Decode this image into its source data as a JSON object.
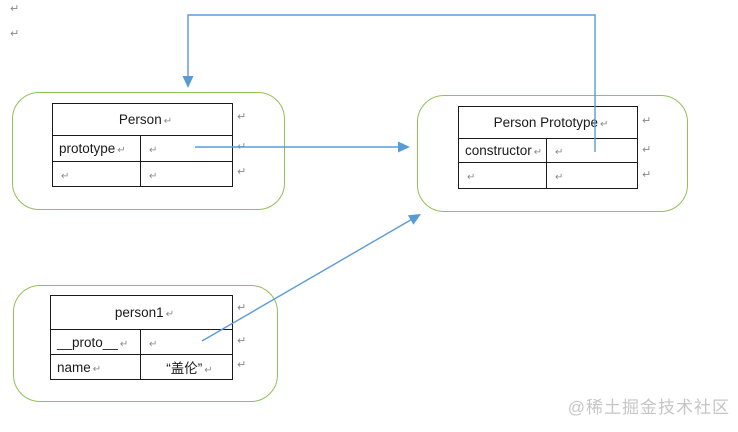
{
  "colors": {
    "arrow_blue": "#5B9BD5",
    "box_green": "#92C156",
    "table_border": "#1a1a1a",
    "mark_gray": "#8a8a8a",
    "watermark_gray": "#c6c6c6"
  },
  "marks": {
    "paragraph": "↵"
  },
  "watermark": {
    "text": "@稀土掘金技术社区"
  },
  "boxes": {
    "person": {
      "title": "Person",
      "rows": [
        {
          "label": "prototype",
          "value": ""
        },
        {
          "label": "",
          "value": ""
        }
      ]
    },
    "person_prototype": {
      "title": "Person Prototype",
      "rows": [
        {
          "label": "constructor",
          "value": ""
        },
        {
          "label": "",
          "value": ""
        }
      ]
    },
    "person1": {
      "title": "person1",
      "rows": [
        {
          "label": "__proto__",
          "value": ""
        },
        {
          "label": "name",
          "value": "“盖伦”"
        }
      ]
    }
  },
  "arrows": [
    {
      "name": "constructor-to-person",
      "from": "Person Prototype.constructor",
      "to": "Person"
    },
    {
      "name": "prototype-to-person-prototype",
      "from": "Person.prototype",
      "to": "Person Prototype"
    },
    {
      "name": "proto-to-person-prototype",
      "from": "person1.__proto__",
      "to": "Person Prototype"
    }
  ]
}
